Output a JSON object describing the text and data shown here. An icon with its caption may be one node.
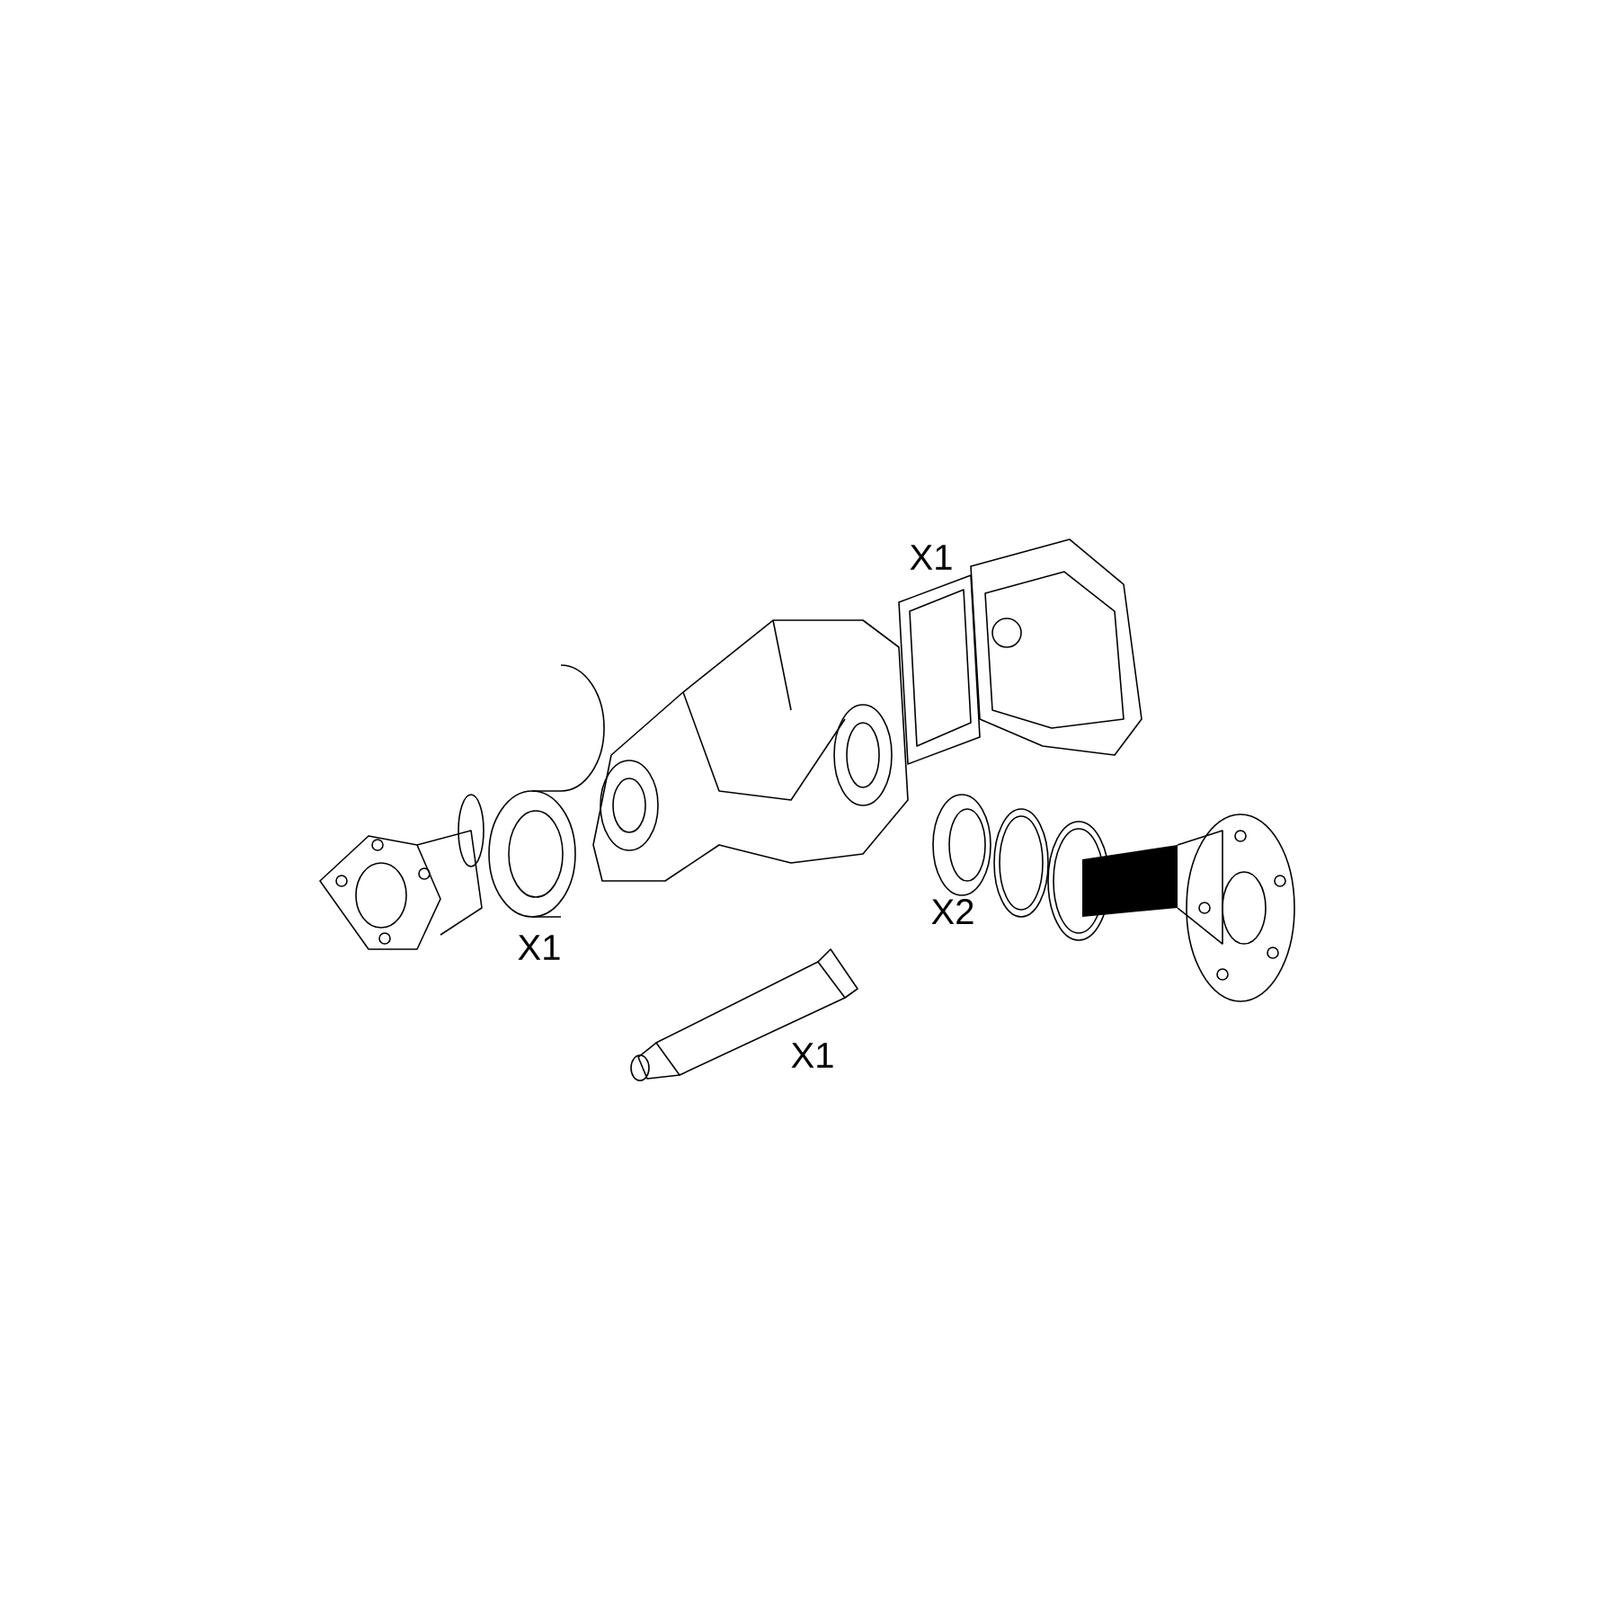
{
  "diagram": {
    "labels": [
      "X1",
      "X1",
      "X2",
      "X1"
    ]
  }
}
